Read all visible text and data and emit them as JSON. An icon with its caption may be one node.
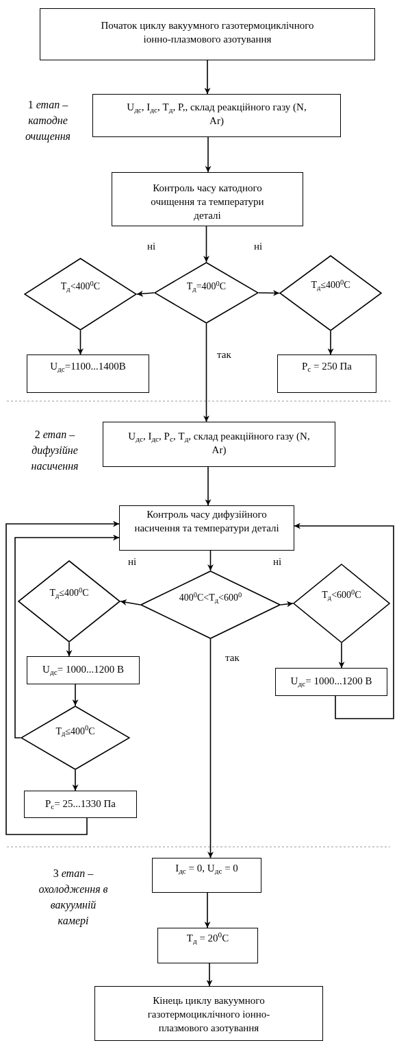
{
  "diagram": {
    "nodes": [
      {
        "text": [
          "Початок циклу вакуумного газотермоциклічного іонно-плазмового азотування"
        ]
      },
      {
        "text": [
          "U$_{дс}$, I$_{дс}$, T$_{д}$, P,, склад реакційного газу (N, Ar)"
        ]
      },
      {
        "text": [
          "Контроль часу катодного очищення та температури деталі"
        ]
      },
      {
        "text": [
          "T$_{д}$=400$^{0}$C"
        ]
      },
      {
        "text": [
          "T$_{д}$<400$^{0}$C"
        ]
      },
      {
        "text": [
          "T$_{д}$≤400$^{0}$C"
        ]
      },
      {
        "text": [
          "U$_{дс}$=1100...1400В"
        ]
      },
      {
        "text": [
          "P$_{c}$ = 250 Па"
        ]
      },
      {
        "text": [
          "U$_{дс}$, I$_{дс}$, P$_{с}$, T$_{д}$, склад реакційного газу (N, Ar)"
        ]
      },
      {
        "text": [
          "Контроль часу дифузійного насичення та  температури деталі"
        ]
      },
      {
        "text": [
          "400$^{0}$C<T$_{д}$<600$^{0}$"
        ]
      },
      {
        "text": [
          "T$_{д}$≤400$^{0}$C"
        ]
      },
      {
        "text": [
          "T$_{д}$<600$^{0}$C"
        ]
      },
      {
        "text": [
          "U$_{дс}$= 1000...1200 В"
        ]
      },
      {
        "text": [
          "U$_{дс}$= 1000...1200 В"
        ]
      },
      {
        "text": [
          "T$_{д}$≤400$^{0}$C"
        ]
      },
      {
        "text": [
          "P$_{с}$= 25...1330 Па"
        ]
      },
      {
        "text": [
          "I$_{дс}$ = 0, U$_{дс}$ = 0"
        ]
      },
      {
        "text": [
          "T$_{д}$ = 20$^{0}$C"
        ]
      },
      {
        "text": [
          "Кінець циклу вакуумного газотермоциклічного іонно-плазмового азотування"
        ]
      }
    ],
    "edges": [
      {
        "from": 0,
        "to": 1,
        "arrow": "to"
      },
      {
        "from": 1,
        "to": 2,
        "arrow": "to"
      },
      {
        "from": 2,
        "to": 3,
        "arrow": "to"
      },
      {
        "from": 3,
        "to": 4,
        "arrow": "to",
        "label": "ні"
      },
      {
        "from": 3,
        "to": 5,
        "arrow": "to",
        "label": "ні"
      },
      {
        "from": 4,
        "to": 6,
        "arrow": "to"
      },
      {
        "from": 5,
        "to": 7,
        "arrow": "to"
      },
      {
        "from": 3,
        "to": 8,
        "arrow": "to",
        "label": "так"
      },
      {
        "from": 8,
        "to": 9,
        "arrow": "to"
      },
      {
        "from": 9,
        "to": 10,
        "arrow": "to"
      },
      {
        "from": 10,
        "to": 11,
        "arrow": "to",
        "label": "ні"
      },
      {
        "from": 10,
        "to": 12,
        "arrow": "to",
        "label": "ні"
      },
      {
        "from": 11,
        "to": 13,
        "arrow": "to"
      },
      {
        "from": 13,
        "to": 15,
        "arrow": "to"
      },
      {
        "from": 15,
        "to": 16,
        "arrow": "to"
      },
      {
        "from": 12,
        "to": 14,
        "arrow": "to"
      },
      {
        "from": 14,
        "to": 9,
        "arrow": "to"
      },
      {
        "from": 15,
        "to": 9,
        "arrow": "to"
      },
      {
        "from": 16,
        "to": 9,
        "arrow": "to"
      },
      {
        "from": 10,
        "to": 17,
        "arrow": "to",
        "label": "так"
      },
      {
        "from": 17,
        "to": 18,
        "arrow": "to"
      },
      {
        "from": 18,
        "to": 19,
        "arrow": "to"
      }
    ],
    "labels": [
      "1 *етап* – *катодне очищення*",
      "2 *етап* – *дифузійне насичення*",
      "3 *етап* – *охолодження в вакуумній камері*"
    ]
  }
}
